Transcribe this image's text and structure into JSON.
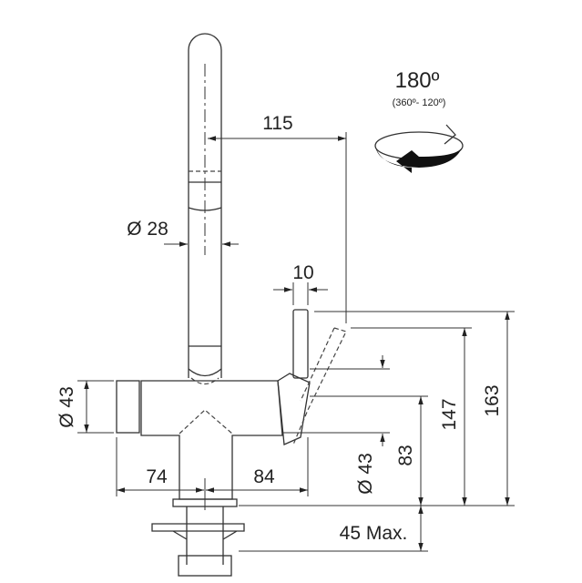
{
  "diagram": {
    "rotation": {
      "angle": "180º",
      "range": "(360º- 120º)"
    },
    "dimensions": {
      "reach": "115",
      "spout_diameter": "Ø 28",
      "lever_width": "10",
      "body_diameter_left": "Ø 43",
      "left_length": "74",
      "right_length": "84",
      "body_diameter_right": "Ø 43",
      "body_height": "83",
      "lever_height": "147",
      "total_height": "163",
      "max_counter_thickness": "45 Max."
    }
  }
}
